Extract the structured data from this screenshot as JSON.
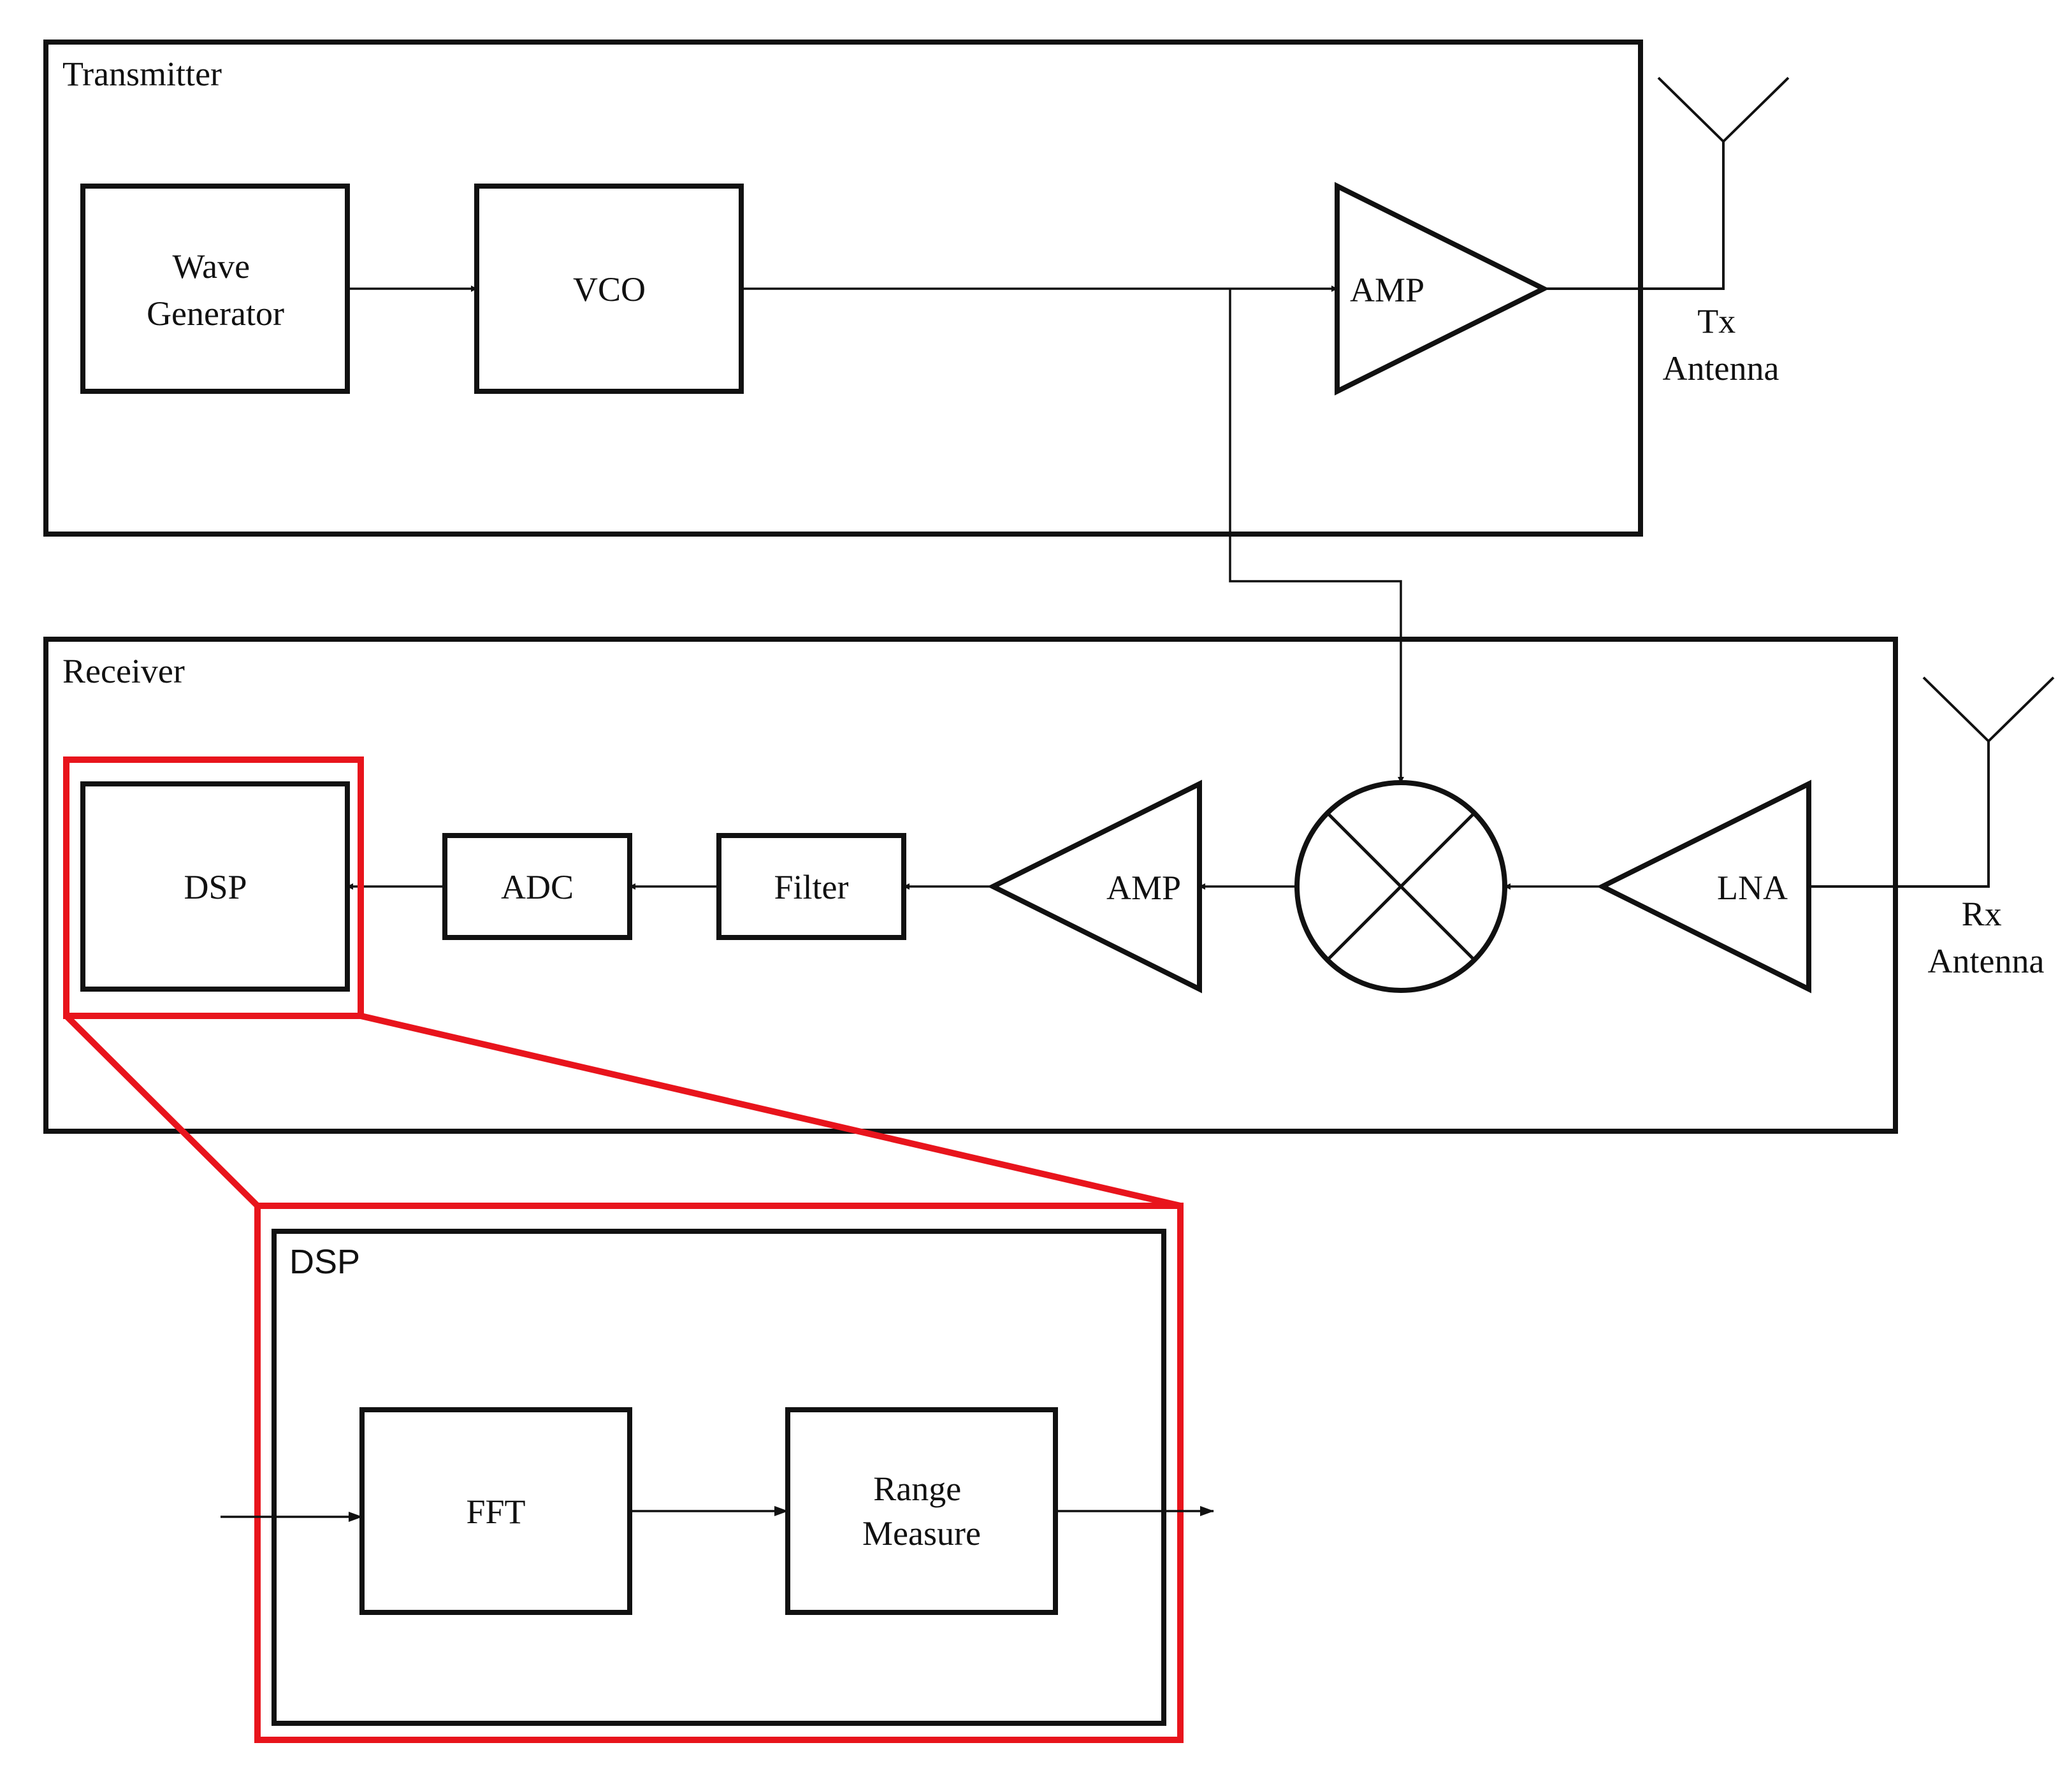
{
  "transmitter": {
    "title": "Transmitter",
    "wave_generator": [
      "Wave",
      "Generator"
    ],
    "vco": "VCO",
    "amp": "AMP",
    "antenna_label": [
      "Tx",
      "Antenna"
    ]
  },
  "receiver": {
    "title": "Receiver",
    "dsp": "DSP",
    "adc": "ADC",
    "filter": "Filter",
    "amp": "AMP",
    "lna": "LNA",
    "antenna_label": [
      "Rx",
      "Antenna"
    ]
  },
  "dsp_detail": {
    "title": "DSP",
    "fft": "FFT",
    "range_measure": [
      "Range",
      "Measure"
    ]
  },
  "colors": {
    "line": "#111111",
    "highlight": "#e8141c"
  }
}
